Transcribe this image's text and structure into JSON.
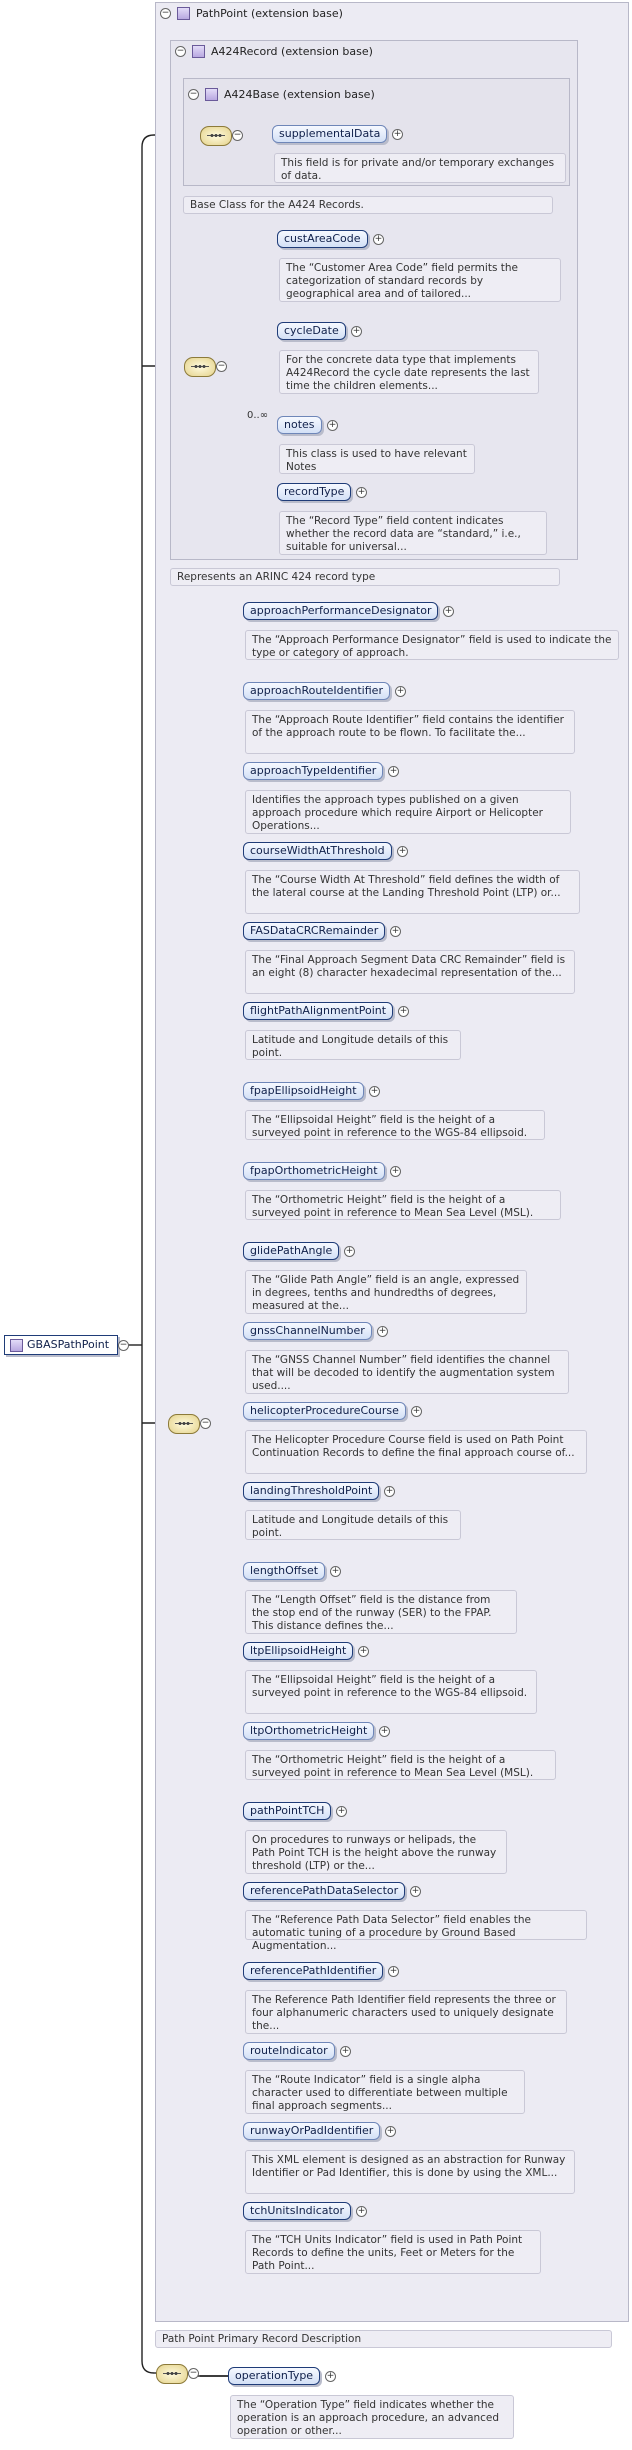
{
  "root": {
    "name": "GBASPathPoint"
  },
  "pathpoint_box": {
    "title": "PathPoint (extension base)",
    "doc": "Path Point Primary Record Description"
  },
  "a424record_box": {
    "title": "A424Record (extension base)",
    "doc": "Represents an ARINC 424 record type"
  },
  "a424base_box": {
    "title": "A424Base (extension base)",
    "doc": "Base Class for the A424 Records."
  },
  "base_elements": [
    {
      "name": "supplementalData",
      "doc": "This field is for private and/or temporary exchanges of data."
    }
  ],
  "record_elements": [
    {
      "name": "custAreaCode",
      "doc": "The “Customer Area Code” field permits the categorization of standard records by geographical area and of tailored..."
    },
    {
      "name": "cycleDate",
      "doc": "For the concrete data type that implements A424Record the cycle date represents the last time the children elements..."
    },
    {
      "name": "notes",
      "occurrence": "0..∞",
      "doc": "This class is used to have relevant Notes"
    },
    {
      "name": "recordType",
      "doc": "The “Record Type” field content indicates whether the record data are “standard,” i.e., suitable for universal..."
    }
  ],
  "pathpoint_elements": [
    {
      "name": "approachPerformanceDesignator",
      "doc": "The “Approach Performance Designator” field is used to indicate the type or category of approach."
    },
    {
      "name": "approachRouteIdentifier",
      "doc": "The “Approach Route Identifier” field contains the identifier of the approach route to be flown. To facilitate the..."
    },
    {
      "name": "approachTypeIdentifier",
      "doc": "Identifies the approach types published on a given approach procedure which require Airport or Helicopter Operations..."
    },
    {
      "name": "courseWidthAtThreshold",
      "doc": "The “Course Width At Threshold” field defines the width of the lateral course at the Landing Threshold Point (LTP) or..."
    },
    {
      "name": "FASDataCRCRemainder",
      "doc": "The “Final Approach Segment Data CRC Remainder” field is an eight (8) character hexadecimal representation of the..."
    },
    {
      "name": "flightPathAlignmentPoint",
      "doc": "Latitude and Longitude details of this point."
    },
    {
      "name": "fpapEllipsoidHeight",
      "doc": "The “Ellipsoidal Height” field is the height of a surveyed point in reference to the WGS-84 ellipsoid."
    },
    {
      "name": "fpapOrthometricHeight",
      "doc": "The “Orthometric Height” field is the height of a surveyed point in reference to Mean Sea Level (MSL)."
    },
    {
      "name": "glidePathAngle",
      "doc": "The “Glide Path Angle” field is an angle, expressed in degrees, tenths and hundredths of degrees, measured at the..."
    },
    {
      "name": "gnssChannelNumber",
      "doc": "The “GNSS Channel Number” field identifies the channel that will be decoded to identify the augmentation system used...."
    },
    {
      "name": "helicopterProcedureCourse",
      "doc": "The Helicopter Procedure Course field is used on Path Point Continuation Records to define the final approach course of..."
    },
    {
      "name": "landingThresholdPoint",
      "doc": "Latitude and Longitude details of this point."
    },
    {
      "name": "lengthOffset",
      "doc": "The “Length Offset” field is the distance from the stop end of the runway (SER) to the FPAP. This distance defines the..."
    },
    {
      "name": "ltpEllipsoidHeight",
      "doc": "The “Ellipsoidal Height” field is the height of a surveyed point in reference to the WGS-84 ellipsoid."
    },
    {
      "name": "ltpOrthometricHeight",
      "doc": "The “Orthometric Height” field is the height of a surveyed point in reference to Mean Sea Level (MSL)."
    },
    {
      "name": "pathPointTCH",
      "doc": "On procedures to runways or helipads, the Path Point TCH is the height above the runway threshold (LTP) or the..."
    },
    {
      "name": "referencePathDataSelector",
      "doc": "The “Reference Path Data Selector” field enables the automatic tuning of a procedure by Ground Based Augmentation..."
    },
    {
      "name": "referencePathIdentifier",
      "doc": "The Reference Path Identifier field represents the three or four alphanumeric characters used to uniquely designate the..."
    },
    {
      "name": "routeIndicator",
      "doc": "The “Route Indicator” field is a single alpha character used to differentiate between multiple final approach segments..."
    },
    {
      "name": "runwayOrPadIdentifier",
      "doc": "This XML element is designed as an abstraction for Runway Identifier or Pad Identifier, this is done by using the XML..."
    },
    {
      "name": "tchUnitsIndicator",
      "doc": "The “TCH Units Indicator” field is used in Path Point Records to define the units, Feet or Meters for the Path Point..."
    }
  ],
  "gbas_elements": [
    {
      "name": "operationType",
      "doc": "The “Operation Type” field indicates whether the operation is an approach procedure, an advanced operation or other..."
    }
  ]
}
